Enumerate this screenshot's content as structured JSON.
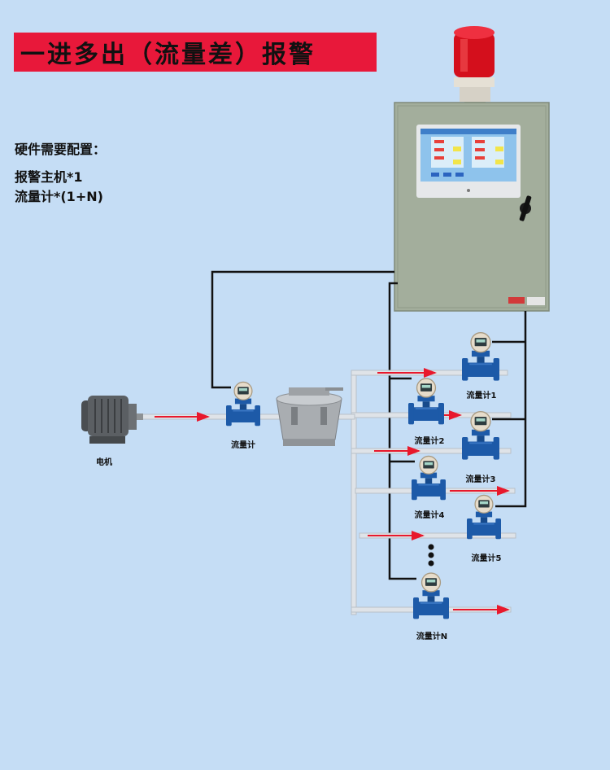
{
  "title": "一进多出（流量差）报警",
  "hardware": {
    "heading": "硬件需要配置：",
    "items": [
      "报警主机*1",
      "流量计*(1+N)"
    ]
  },
  "labels": {
    "motor": "电机",
    "meter_main": "流量计",
    "meter_1": "流量计1",
    "meter_2": "流量计2",
    "meter_3": "流量计3",
    "meter_4": "流量计4",
    "meter_5": "流量计5",
    "meter_n": "流量计N"
  },
  "colors": {
    "background": "#c5ddf5",
    "banner": "#e8183a",
    "cabinet": "#a3ae9c",
    "meter_body": "#1d5aa8",
    "pipe": "#dfe3e8",
    "flow_arrow": "#e8182c",
    "wire": "#111111"
  },
  "icons": [
    "motor-icon",
    "flowmeter-icon",
    "tank-icon",
    "alarm-light-icon",
    "control-cabinet-icon",
    "knob-icon",
    "ellipsis-dots-icon"
  ]
}
